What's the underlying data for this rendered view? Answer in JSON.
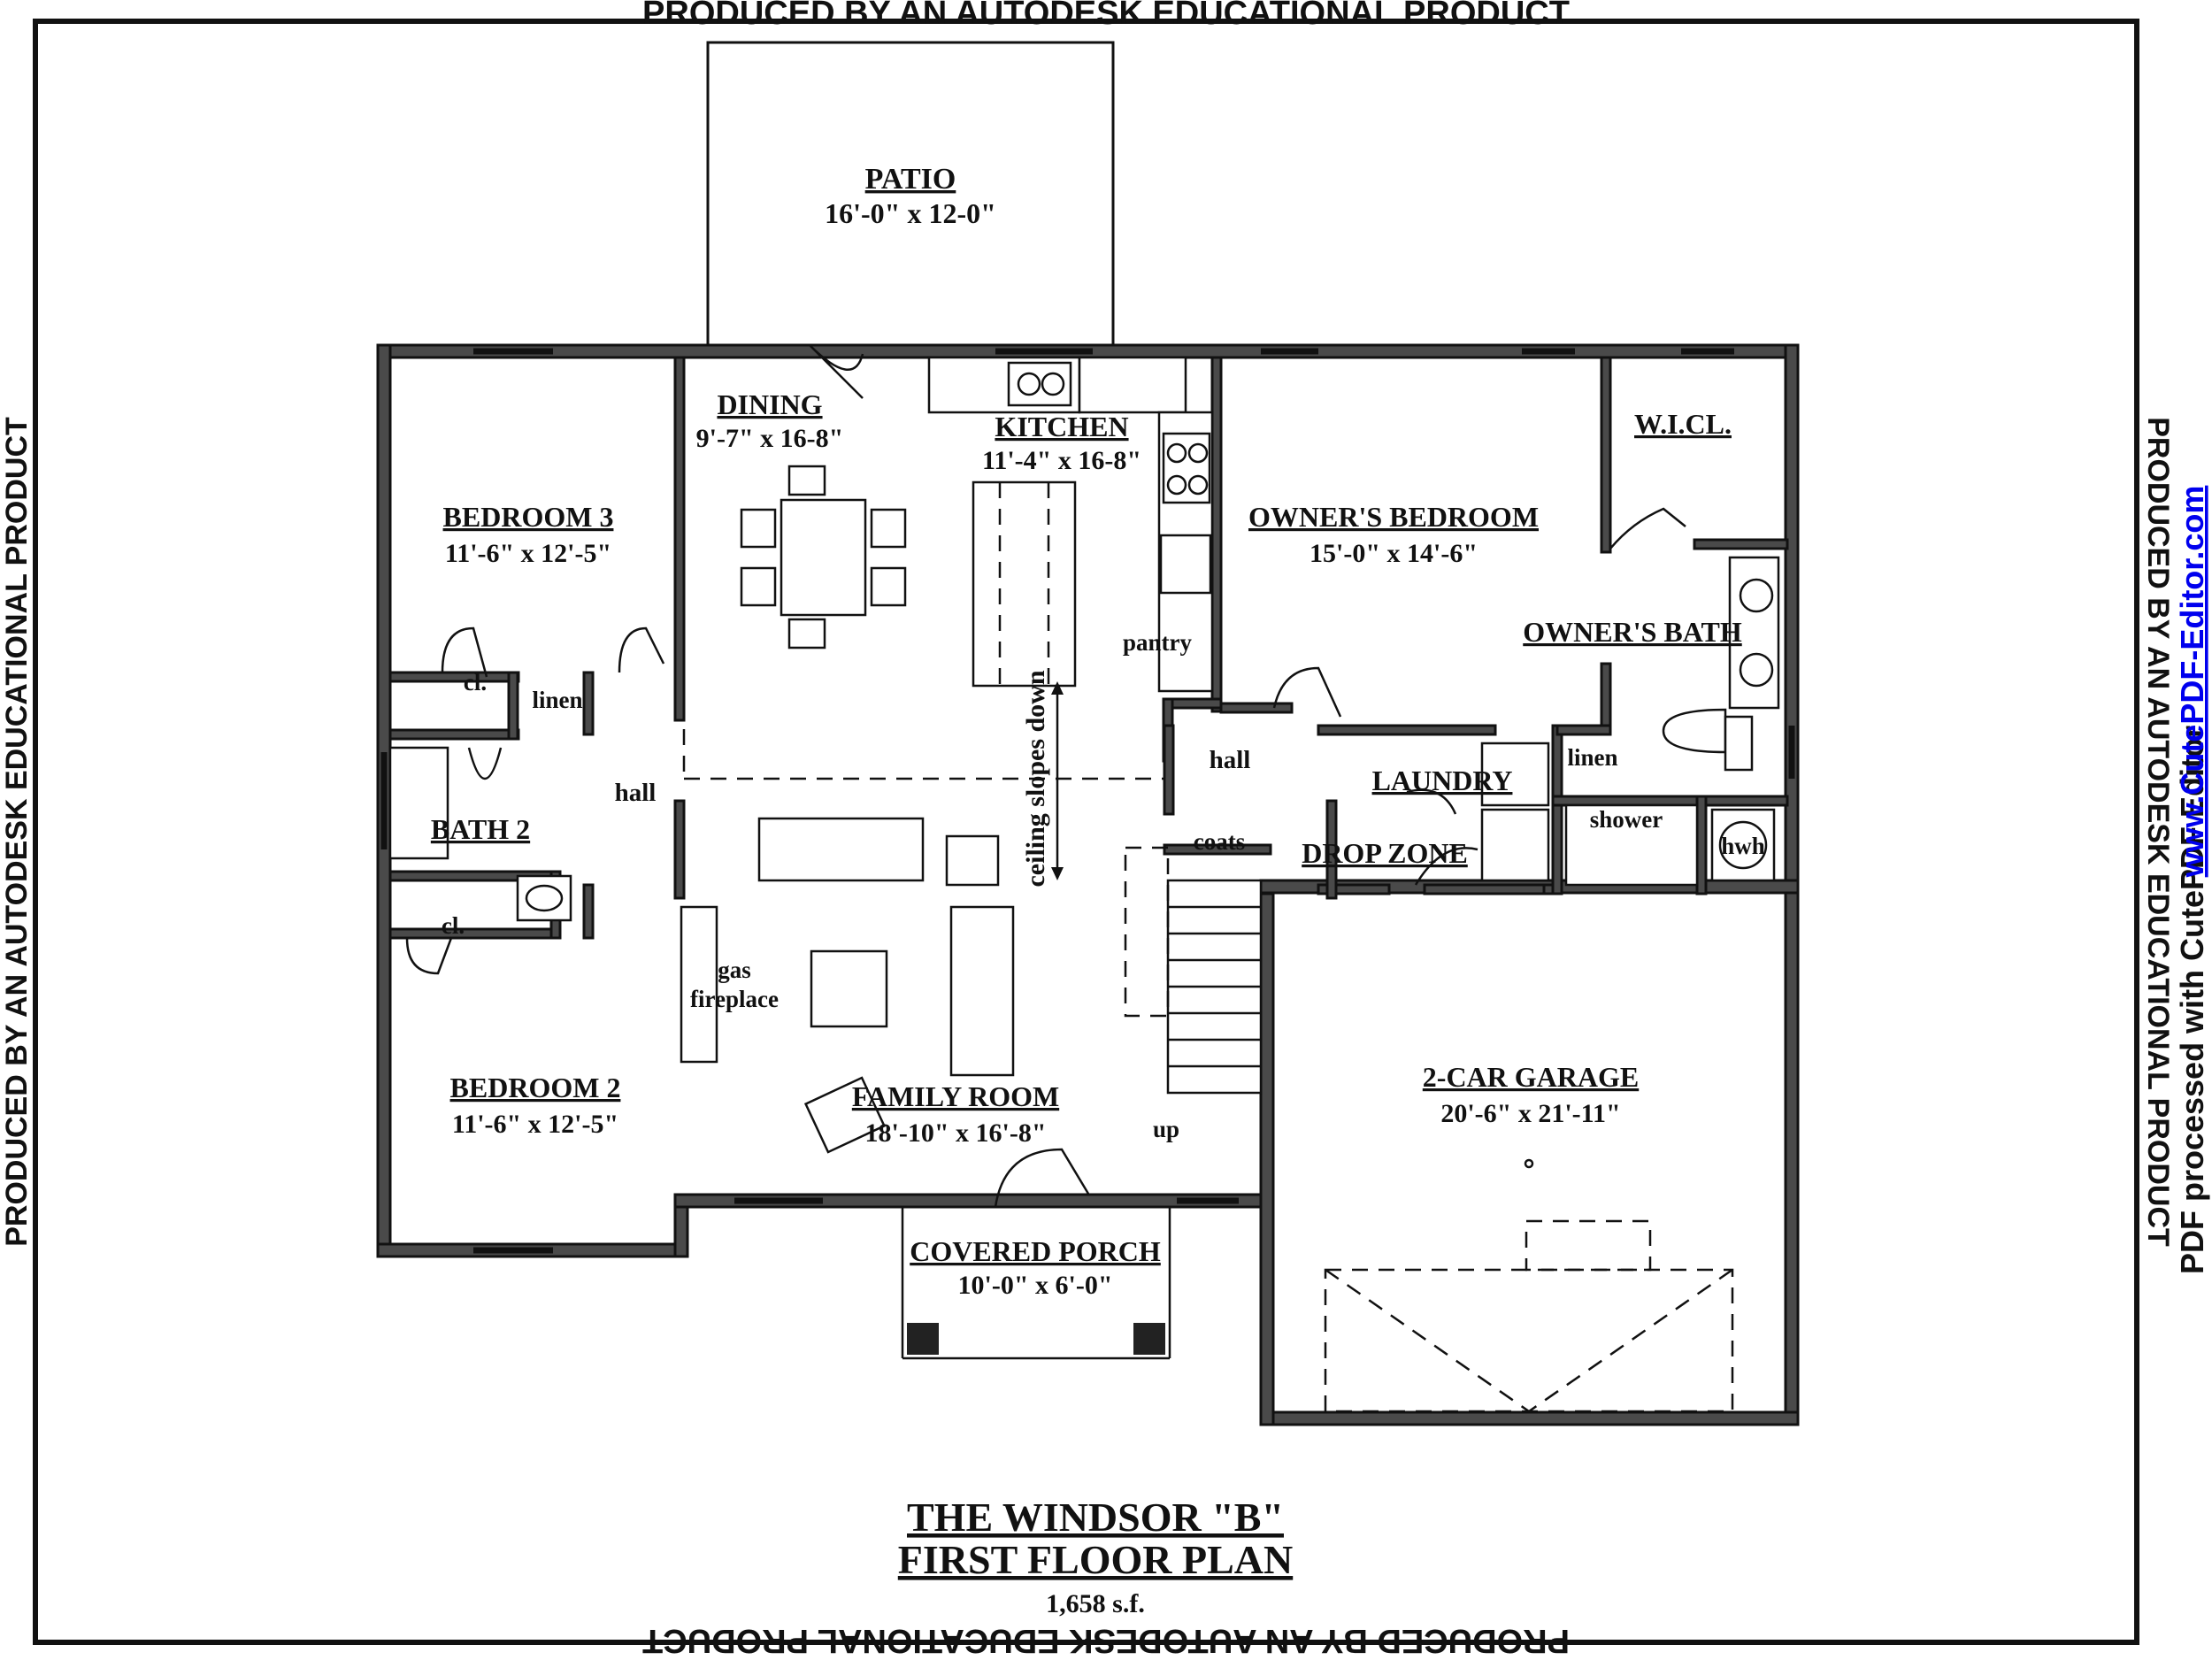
{
  "watermarks": {
    "top": "PRODUCED BY AN AUTODESK EDUCATIONAL PRODUCT",
    "bottom": "PRODUCED BY AN AUTODESK EDUCATIONAL PRODUCT",
    "left": "PRODUCED BY AN AUTODESK EDUCATIONAL PRODUCT",
    "right": "PRODUCED BY AN AUTODESK EDUCATIONAL PRODUCT",
    "pdf_note": "PDF processed with CutePDF Editor",
    "pdf_link": "www.CutePDF-Editor.com",
    "link_color": "#0000ee"
  },
  "rooms": {
    "patio": {
      "name": "PATIO",
      "size": "16'-0\" x 12-0\""
    },
    "dining": {
      "name": "DINING",
      "size": "9'-7\" x 16-8\""
    },
    "kitchen": {
      "name": "KITCHEN",
      "size": "11'-4\" x 16-8\""
    },
    "bedroom3": {
      "name": "BEDROOM 3",
      "size": "11'-6\" x 12'-5\""
    },
    "owners_bedroom": {
      "name": "OWNER'S BEDROOM",
      "size": "15'-0\" x 14'-6\""
    },
    "wicl": {
      "name": "W.I.CL."
    },
    "owners_bath": {
      "name": "OWNER'S BATH"
    },
    "pantry": {
      "name": "pantry"
    },
    "closet1": {
      "name": "cl."
    },
    "linen1": {
      "name": "linen"
    },
    "hall1": {
      "name": "hall"
    },
    "bath2": {
      "name": "BATH 2"
    },
    "closet2": {
      "name": "cl."
    },
    "ceiling_note": "ceiling slopes down",
    "hall2": {
      "name": "hall"
    },
    "laundry": {
      "name": "LAUNDRY"
    },
    "linen2": {
      "name": "linen"
    },
    "shower": {
      "name": "shower"
    },
    "hwh": {
      "name": "hwh"
    },
    "coats": {
      "name": "coats"
    },
    "drop_zone": {
      "name": "DROP ZONE"
    },
    "fireplace": {
      "line1": "gas",
      "line2": "fireplace"
    },
    "bedroom2": {
      "name": "BEDROOM 2",
      "size": "11'-6\" x 12'-5\""
    },
    "family_room": {
      "name": "FAMILY ROOM",
      "size": "18'-10\" x 16'-8\""
    },
    "stairs": {
      "label": "up"
    },
    "garage": {
      "name": "2-CAR GARAGE",
      "size": "20'-6\" x 21'-11\""
    },
    "porch": {
      "name": "COVERED PORCH",
      "size": "10'-0\" x 6'-0\""
    }
  },
  "title_block": {
    "line1": "THE WINDSOR \"B\"",
    "line2": "FIRST FLOOR PLAN",
    "area": "1,658 s.f."
  }
}
